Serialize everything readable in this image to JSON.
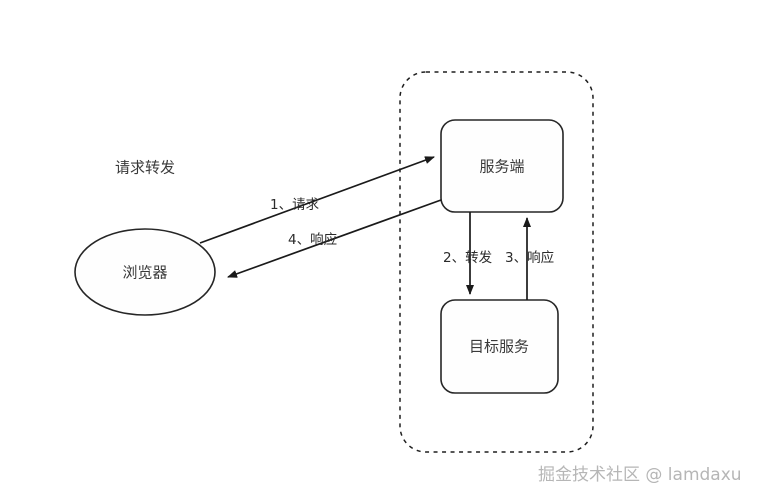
{
  "diagram": {
    "title": "请求转发",
    "watermark": "掘金技术社区 @ lamdaxu",
    "nodes": {
      "browser": {
        "label": "浏览器",
        "shape": "ellipse"
      },
      "server": {
        "label": "服务端",
        "shape": "rounded-rect"
      },
      "target_service": {
        "label": "目标服务",
        "shape": "rounded-rect"
      }
    },
    "group": {
      "label": "",
      "style": "dashed-rounded-rect"
    },
    "edges": [
      {
        "id": "request",
        "label": "1、请求",
        "from": "browser",
        "to": "server"
      },
      {
        "id": "response",
        "label": "4、响应",
        "from": "server",
        "to": "browser"
      },
      {
        "id": "forward",
        "label": "2、转发",
        "from": "server",
        "to": "target_service"
      },
      {
        "id": "reply",
        "label": "3、响应",
        "from": "target_service",
        "to": "server"
      }
    ],
    "colors": {
      "stroke": "#262626",
      "fill": "#fefefe",
      "text": "#3a3a3a",
      "watermark": "#b6b6b6",
      "background": "#ffffff"
    }
  }
}
